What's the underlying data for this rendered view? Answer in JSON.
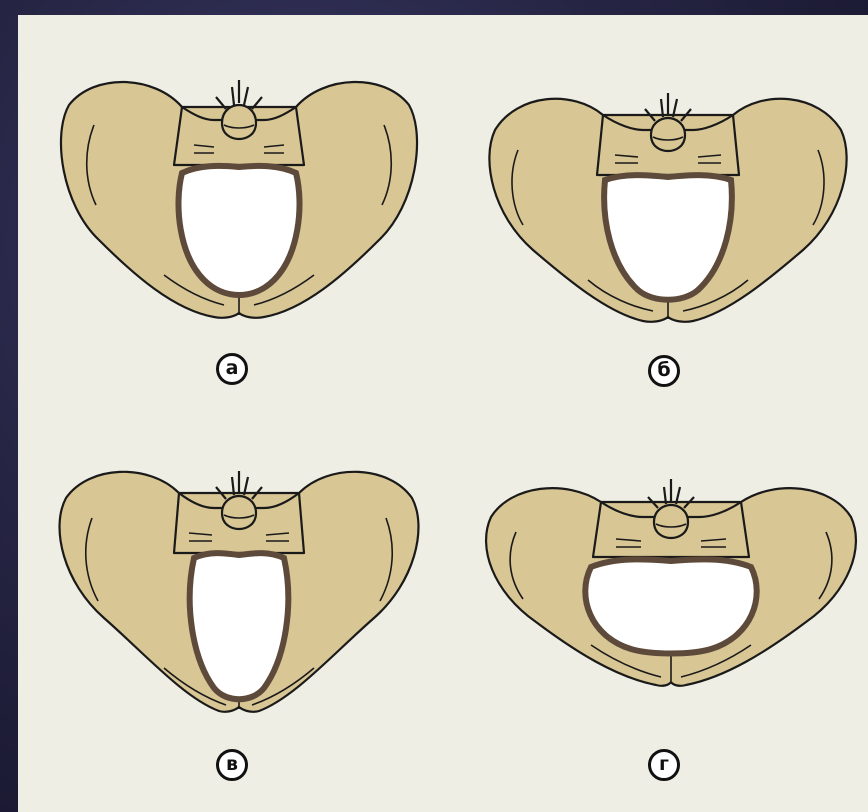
{
  "figures": [
    {
      "id": "a",
      "label": "а"
    },
    {
      "id": "b",
      "label": "б"
    },
    {
      "id": "v",
      "label": "в"
    },
    {
      "id": "g",
      "label": "г"
    }
  ],
  "colors": {
    "background": "#1c1b33",
    "panel": "#efeee4",
    "bone": "#d8c694",
    "outline": "#1a1a1a",
    "pelvic_inlet_border": "#5e4a3a",
    "inlet_fill": "#ffffff"
  },
  "icons": [
    "pelvis-illustration"
  ]
}
